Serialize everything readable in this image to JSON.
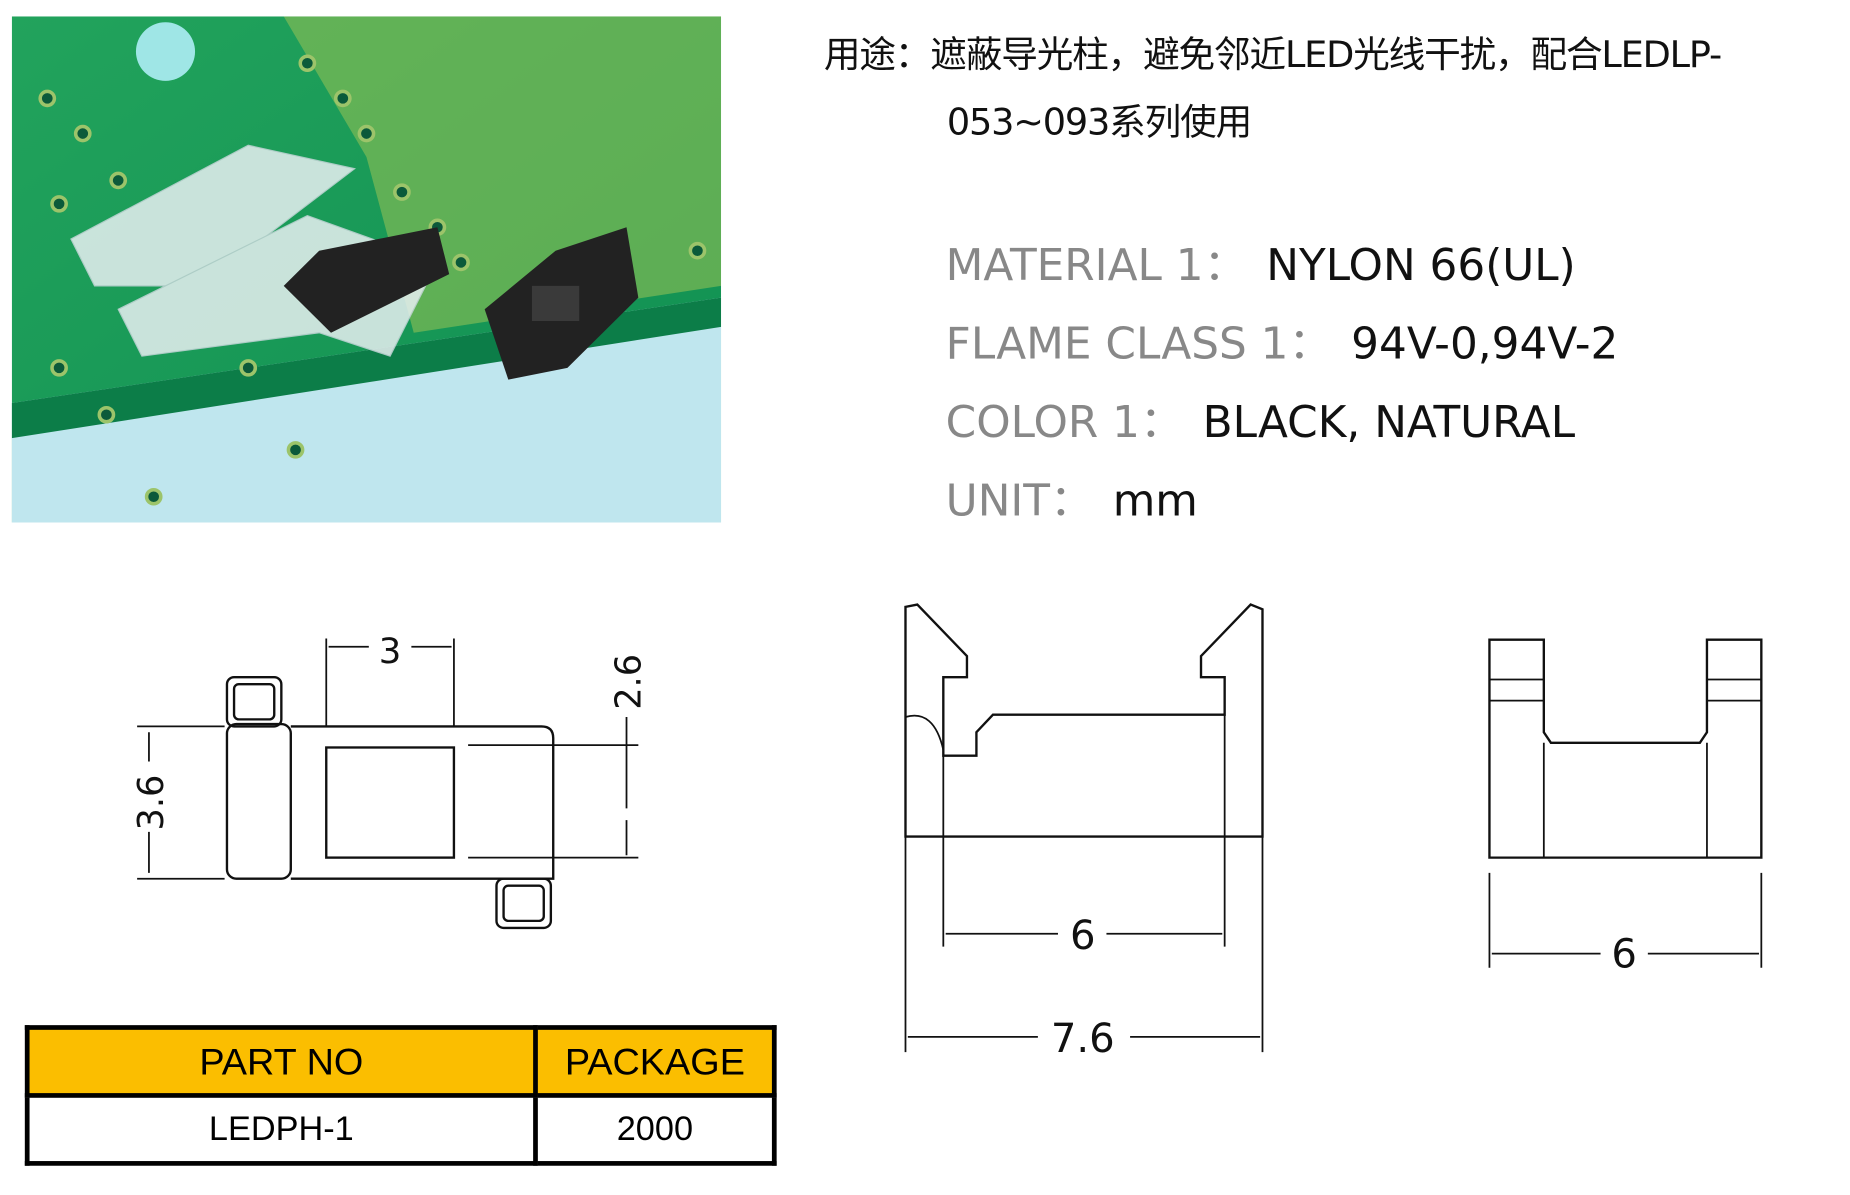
{
  "purpose": {
    "line1": "用途：遮蔽导光柱，避免邻近LED光线干扰，配合LEDLP-",
    "line2": "053~093系列使用"
  },
  "specs": [
    {
      "label": "MATERIAL 1：",
      "value": "NYLON 66(UL)"
    },
    {
      "label": "FLAME CLASS 1：",
      "value": "94V-0,94V-2"
    },
    {
      "label": "COLOR 1：",
      "value": "BLACK, NATURAL"
    },
    {
      "label": "UNIT：",
      "value": "mm"
    }
  ],
  "dimensions": {
    "top_width": "3",
    "height_a": "2.6",
    "height_b": "3.6",
    "inner_width": "6",
    "outer_width": "7.6",
    "side_width": "6"
  },
  "table": {
    "headers": [
      "PART NO",
      "PACKAGE"
    ],
    "rows": [
      [
        "LEDPH-1",
        "2000"
      ]
    ]
  },
  "colors": {
    "header": "#fbbe00",
    "pcb": "#1aa05a"
  }
}
